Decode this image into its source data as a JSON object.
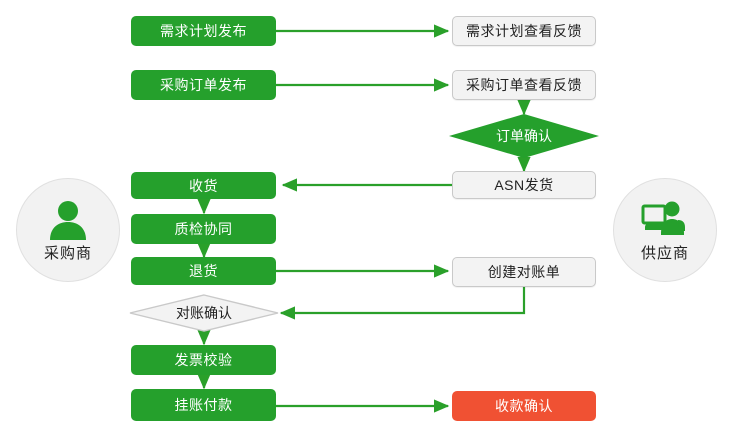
{
  "diagram": {
    "title_present": false,
    "colors": {
      "green": "#25a02c",
      "orange": "#f05133",
      "grey_fill": "#f3f3f3",
      "grey_border": "#c9c9c9",
      "circle_fill": "#f2f2f2",
      "line": "#2aa02a",
      "text_light": "#ffffff",
      "text_dark": "#222222"
    }
  },
  "actors": {
    "left": {
      "name": "采购商",
      "icon": "person-icon"
    },
    "right": {
      "name": "供应商",
      "icon": "person-at-computer-icon"
    }
  },
  "nodes": {
    "demand_plan_publish": {
      "label": "需求计划发布",
      "style": "green",
      "shape": "box"
    },
    "demand_plan_feedback": {
      "label": "需求计划查看反馈",
      "style": "grey",
      "shape": "box"
    },
    "po_publish": {
      "label": "采购订单发布",
      "style": "green",
      "shape": "box"
    },
    "po_feedback": {
      "label": "采购订单查看反馈",
      "style": "grey",
      "shape": "box"
    },
    "order_confirm": {
      "label": "订单确认",
      "style": "green",
      "shape": "diamond"
    },
    "asn_shipment": {
      "label": "ASN发货",
      "style": "grey",
      "shape": "box"
    },
    "receiving": {
      "label": "收货",
      "style": "green",
      "shape": "box"
    },
    "quality_collab": {
      "label": "质检协同",
      "style": "green",
      "shape": "box"
    },
    "return_goods": {
      "label": "退货",
      "style": "green",
      "shape": "box"
    },
    "create_statement": {
      "label": "创建对账单",
      "style": "grey",
      "shape": "box"
    },
    "statement_confirm": {
      "label": "对账确认",
      "style": "grey",
      "shape": "diamond"
    },
    "invoice_verify": {
      "label": "发票校验",
      "style": "green",
      "shape": "box"
    },
    "payable_payment": {
      "label": "挂账付款",
      "style": "green",
      "shape": "box"
    },
    "receipt_confirm": {
      "label": "收款确认",
      "style": "orange",
      "shape": "box"
    }
  },
  "edges": [
    {
      "from": "demand_plan_publish",
      "to": "demand_plan_feedback",
      "direction": "right"
    },
    {
      "from": "po_publish",
      "to": "po_feedback",
      "direction": "right"
    },
    {
      "from": "po_feedback",
      "to": "order_confirm",
      "direction": "down"
    },
    {
      "from": "order_confirm",
      "to": "asn_shipment",
      "direction": "down"
    },
    {
      "from": "asn_shipment",
      "to": "receiving",
      "direction": "left"
    },
    {
      "from": "receiving",
      "to": "quality_collab",
      "direction": "down"
    },
    {
      "from": "quality_collab",
      "to": "return_goods",
      "direction": "down"
    },
    {
      "from": "return_goods",
      "to": "create_statement",
      "direction": "right"
    },
    {
      "from": "create_statement",
      "to": "statement_confirm",
      "direction": "left"
    },
    {
      "from": "statement_confirm",
      "to": "invoice_verify",
      "direction": "down"
    },
    {
      "from": "invoice_verify",
      "to": "payable_payment",
      "direction": "down"
    },
    {
      "from": "payable_payment",
      "to": "receipt_confirm",
      "direction": "right"
    }
  ]
}
